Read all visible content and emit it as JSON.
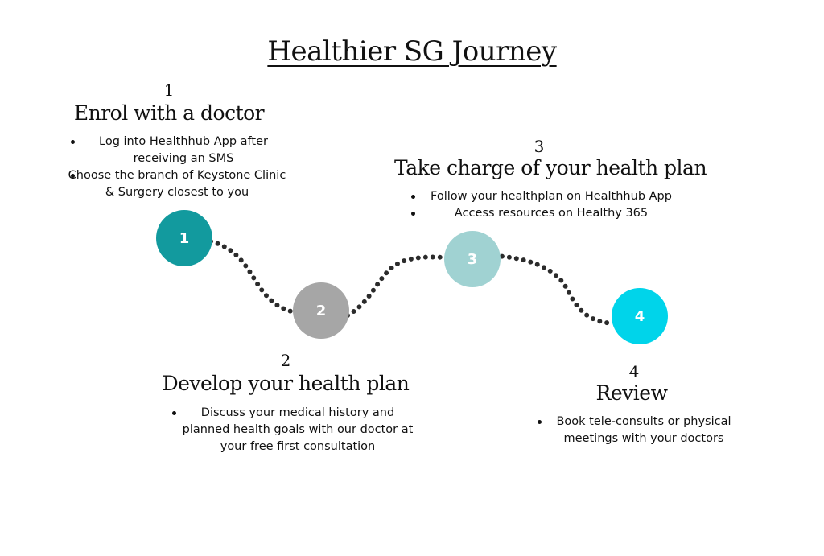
{
  "title": "Healthier SG Journey",
  "steps": [
    {
      "number": "1",
      "heading": "Enrol with a doctor",
      "bullets": [
        "Log into Healthhub App after receiving an SMS",
        "Choose the branch of Keystone Clinic & Surgery closest to you"
      ],
      "color": "#129a9e"
    },
    {
      "number": "2",
      "heading": "Develop your health plan",
      "bullets": [
        "Discuss your medical history and planned health goals with our doctor at your free first consultation"
      ],
      "color": "#a6a6a6"
    },
    {
      "number": "3",
      "heading": "Take charge of your health plan",
      "bullets": [
        "Follow your healthplan on Healthhub App",
        "Access resources on Healthy 365"
      ],
      "color": "#a0d2d2"
    },
    {
      "number": "4",
      "heading": "Review",
      "bullets": [
        "Book tele-consults or physical meetings with your doctors"
      ],
      "color": "#00d4ea"
    }
  ]
}
